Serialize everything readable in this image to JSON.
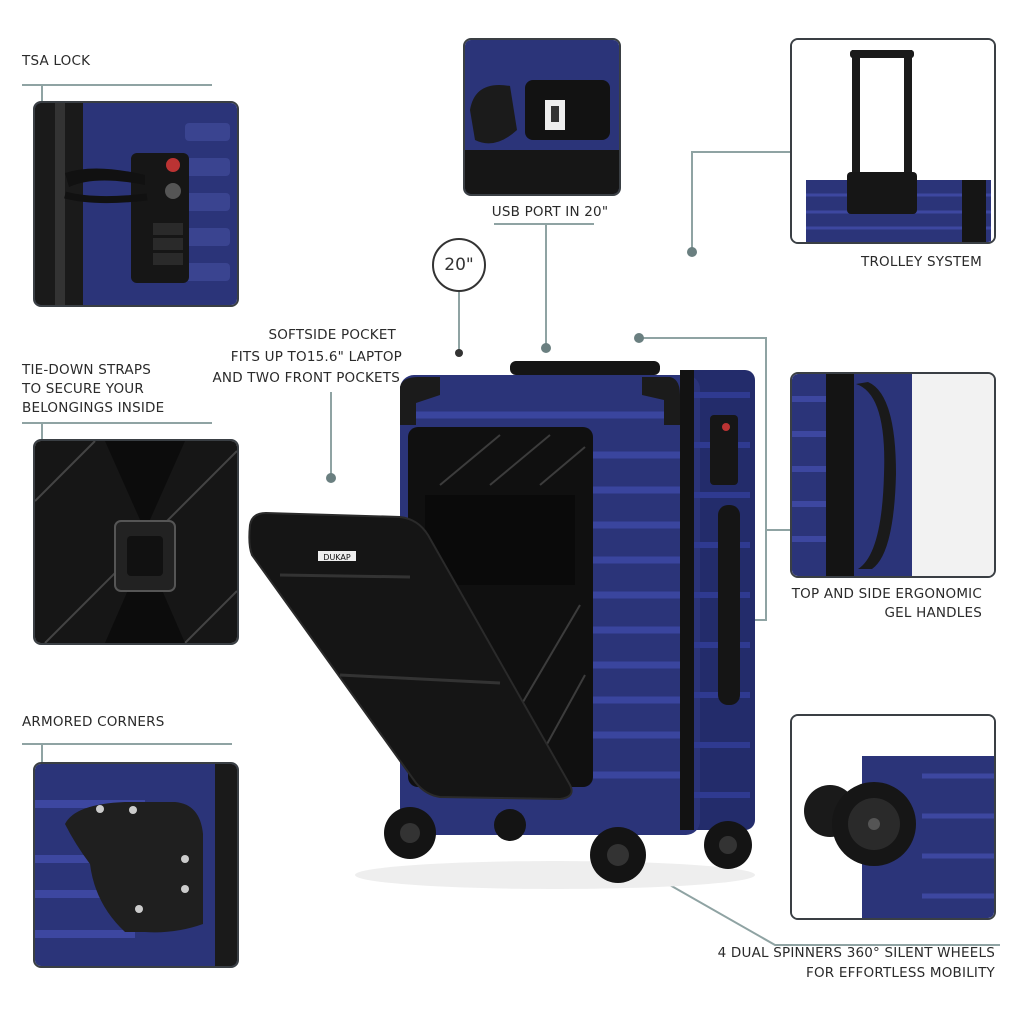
{
  "labels": {
    "tsa_lock": "TSA LOCK",
    "usb_port": "USB PORT IN 20\"",
    "trolley": "TROLLEY SYSTEM",
    "size_badge": "20\"",
    "softside_1": "SOFTSIDE POCKET",
    "softside_2": "FITS UP TO15.6\" LAPTOP",
    "softside_3": "AND TWO FRONT POCKETS",
    "straps_1": "TIE-DOWN STRAPS",
    "straps_2": "TO SECURE YOUR",
    "straps_3": "BELONGINGS INSIDE",
    "handles_1": "TOP AND SIDE ERGONOMIC",
    "handles_2": "GEL HANDLES",
    "corners": "ARMORED CORNERS",
    "wheels_1": "4 DUAL SPINNERS 360° SILENT WHEELS",
    "wheels_2": "FOR EFFORTLESS MOBILITY"
  },
  "brand": {
    "logo_text": "DUKAP"
  },
  "colors": {
    "shell_blue": "#2b3479",
    "shell_blue_dark": "#1c2358",
    "lining_black": "#141414",
    "callout_line": "#8fa3a3",
    "box_border": "#3a3f44"
  }
}
